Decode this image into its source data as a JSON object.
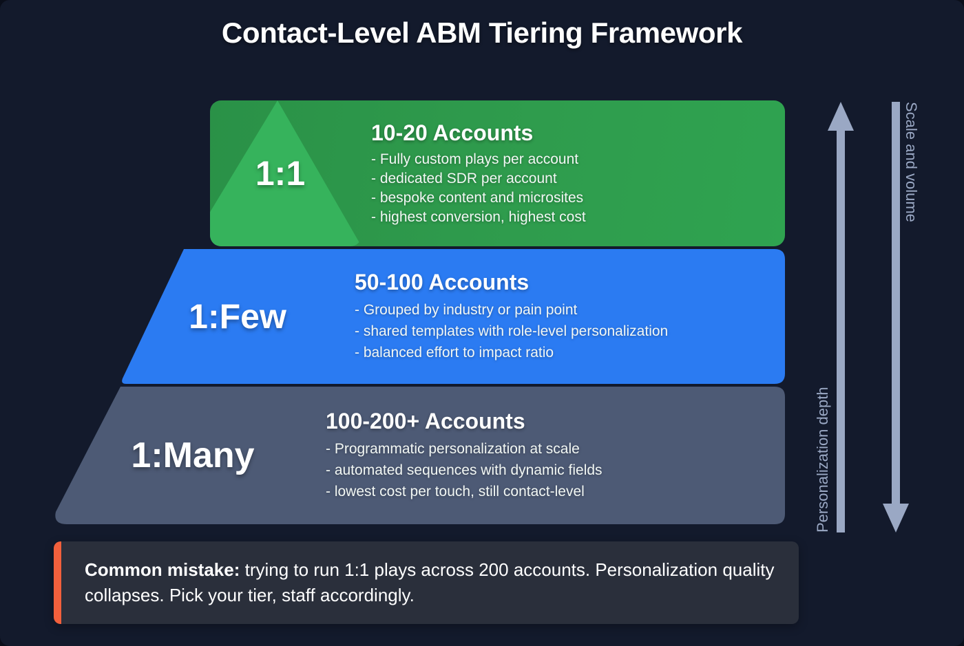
{
  "title": "Contact-Level ABM Tiering Framework",
  "tiers": [
    {
      "label": "1:1",
      "heading": "10-20 Accounts",
      "color": "#2f9c4d",
      "accent_color": "#36b35c",
      "bullets": [
        "- Fully custom plays per account",
        "- dedicated SDR per account",
        "- bespoke content and microsites",
        "- highest conversion, highest cost"
      ]
    },
    {
      "label": "1:Few",
      "heading": "50-100 Accounts",
      "color": "#2b7bf2",
      "accent_color": "#2b7bf2",
      "bullets": [
        "- Grouped by industry or pain point",
        "- shared templates with role-level personalization",
        "- balanced effort to impact ratio"
      ]
    },
    {
      "label": "1:Many",
      "heading": "100-200+ Accounts",
      "color": "#4d5a75",
      "accent_color": "#566party",
      "bullets": [
        "- Programmatic personalization at scale",
        "- automated sequences with dynamic fields",
        "- lowest cost per touch, still contact-level"
      ]
    }
  ],
  "axes": [
    {
      "caption": "Personalization depth",
      "direction": "up",
      "color": "#9aa8c4"
    },
    {
      "caption": "Scale and volume",
      "direction": "down",
      "color": "#9aa8c4"
    }
  ],
  "callout": {
    "lead": "Common mistake:",
    "rest": " trying to run 1:1 plays across 200 accounts. Personalization quality collapses. Pick your tier, staff accordingly.",
    "accent_color": "#f2603c",
    "background_color": "#2a2f3b"
  },
  "theme": {
    "background": "#131a2c",
    "title_color": "#ffffff"
  }
}
